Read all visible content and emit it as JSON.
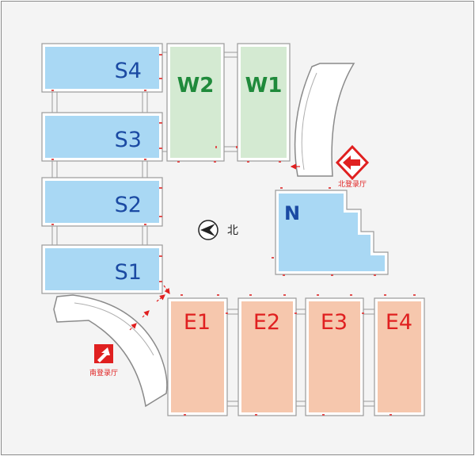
{
  "map": {
    "halls": [
      {
        "id": "S4",
        "label": "S4",
        "zone": "south"
      },
      {
        "id": "S3",
        "label": "S3",
        "zone": "south"
      },
      {
        "id": "S2",
        "label": "S2",
        "zone": "south"
      },
      {
        "id": "S1",
        "label": "S1",
        "zone": "south"
      },
      {
        "id": "W2",
        "label": "W2",
        "zone": "west"
      },
      {
        "id": "W1",
        "label": "W1",
        "zone": "west"
      },
      {
        "id": "N",
        "label": "N",
        "zone": "north"
      },
      {
        "id": "E1",
        "label": "E1",
        "zone": "east"
      },
      {
        "id": "E2",
        "label": "E2",
        "zone": "east"
      },
      {
        "id": "E3",
        "label": "E3",
        "zone": "east"
      },
      {
        "id": "E4",
        "label": "E4",
        "zone": "east"
      }
    ],
    "compass": {
      "label": "北",
      "icon": "north-arrow-icon"
    },
    "lobbies": {
      "north": {
        "label": "北登录厅",
        "icon": "entrance-arrow-icon"
      },
      "south": {
        "label": "南登录厅",
        "icon": "entrance-arrow-icon"
      }
    },
    "colors": {
      "south_fill": "#a9d8f4",
      "south_text": "#1b4aa3",
      "west_fill": "#d4ead2",
      "west_text": "#1f8a3b",
      "north_fill": "#a9d8f4",
      "north_text": "#1b4aa3",
      "east_fill": "#f6c7ad",
      "east_text": "#e02020",
      "entrance_red": "#e02020",
      "background": "#f4f4f4"
    }
  }
}
